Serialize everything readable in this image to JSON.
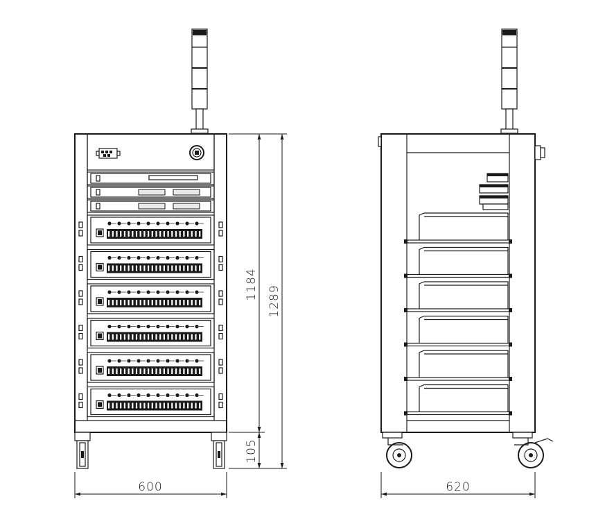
{
  "dimensions": {
    "front_width": "600",
    "side_depth": "620",
    "frame_height": "1184",
    "total_height": "1289",
    "caster_height": "105"
  },
  "views": {
    "front": {
      "module_count": 6,
      "connectors_per_row": 10
    },
    "side": {
      "shelf_count": 6
    }
  }
}
